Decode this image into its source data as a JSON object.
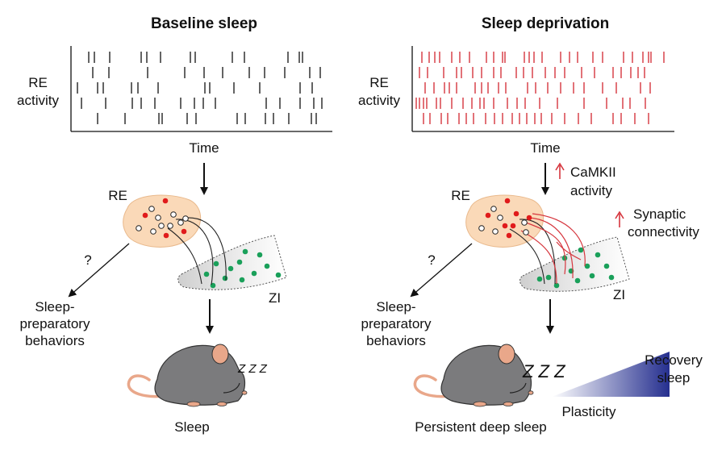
{
  "left_panel": {
    "title": "Baseline sleep",
    "raster_ylabel": [
      "RE",
      "activity"
    ],
    "raster_xlabel": "Time",
    "nucleus_label": "RE",
    "target_label": "ZI",
    "question_mark": "?",
    "behavior_label": [
      "Sleep-",
      "preparatory",
      "behaviors"
    ],
    "zzz": "Z Z Z",
    "outcome": "Sleep",
    "spike_color": "#222222"
  },
  "right_panel": {
    "title": "Sleep deprivation",
    "raster_ylabel": [
      "RE",
      "activity"
    ],
    "raster_xlabel": "Time",
    "nucleus_label": "RE",
    "target_label": "ZI",
    "question_mark": "?",
    "behavior_label": [
      "Sleep-",
      "preparatory",
      "behaviors"
    ],
    "camkii_label": [
      "CaMKII",
      "activity"
    ],
    "synaptic_label": [
      "Synaptic",
      "connectivity"
    ],
    "zzz": "Z Z Z",
    "recovery_label": [
      "Recovery",
      "sleep"
    ],
    "plasticity_label": "Plasticity",
    "outcome": "Persistent deep sleep",
    "spike_color": "#d6363e"
  },
  "colors": {
    "nucleus_fill": "#fad9b8",
    "target_fill": "#e6e6e6",
    "green_dot": "#1aa05a",
    "red_dot": "#e01b1b",
    "up_arrow": "#d6363e",
    "mouse_body": "#7b7b7d",
    "mouse_ear": "#e9a78a",
    "wedge_dark": "#252f8f",
    "wedge_light": "#ffffff"
  }
}
